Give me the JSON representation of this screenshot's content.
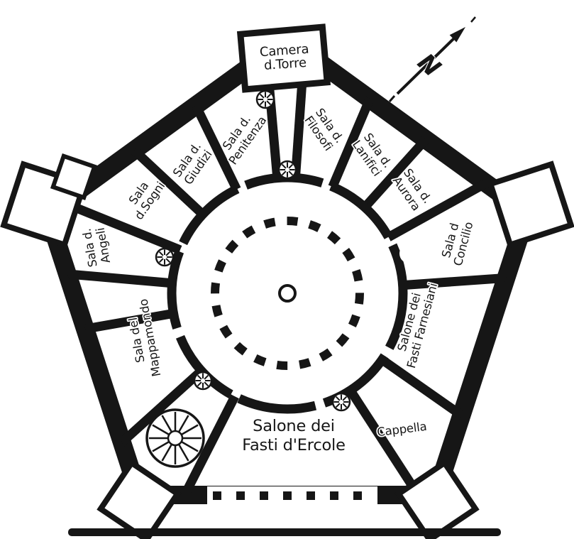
{
  "plan": {
    "rooms": [
      {
        "id": "camera-torre",
        "lines": [
          "Camera",
          "d.Torre"
        ]
      },
      {
        "id": "sala-penitenza",
        "lines": [
          "Sala d.",
          "Penitenza"
        ]
      },
      {
        "id": "sala-giudizi",
        "lines": [
          "Sala d.",
          "Giudizi"
        ]
      },
      {
        "id": "sala-sogni",
        "lines": [
          "Sala",
          "d.Sogni"
        ]
      },
      {
        "id": "sala-angeli",
        "lines": [
          "Sala d.",
          "Angeli"
        ]
      },
      {
        "id": "sala-mappamondo",
        "lines": [
          "Sala del",
          "Mappamondo"
        ]
      },
      {
        "id": "sala-filosofi",
        "lines": [
          "Sala d.",
          "Filosofi"
        ]
      },
      {
        "id": "sala-lanifici",
        "lines": [
          "Sala d.",
          "Lanifici"
        ]
      },
      {
        "id": "sala-aurora",
        "lines": [
          "Sala d.",
          "Aurora"
        ]
      },
      {
        "id": "sala-concilio",
        "lines": [
          "Sala d",
          "Concilio"
        ]
      },
      {
        "id": "salone-farnesiani",
        "lines": [
          "Salone dei",
          "Fasti Farnesiani"
        ]
      },
      {
        "id": "salone-ercole",
        "lines": [
          "Salone dei",
          "Fasti d'Ercole"
        ]
      },
      {
        "id": "cappella",
        "lines": [
          "Cappella"
        ]
      }
    ],
    "compass": {
      "label": "N"
    },
    "colors": {
      "ink": "#161616",
      "paper": "#ffffff"
    }
  }
}
